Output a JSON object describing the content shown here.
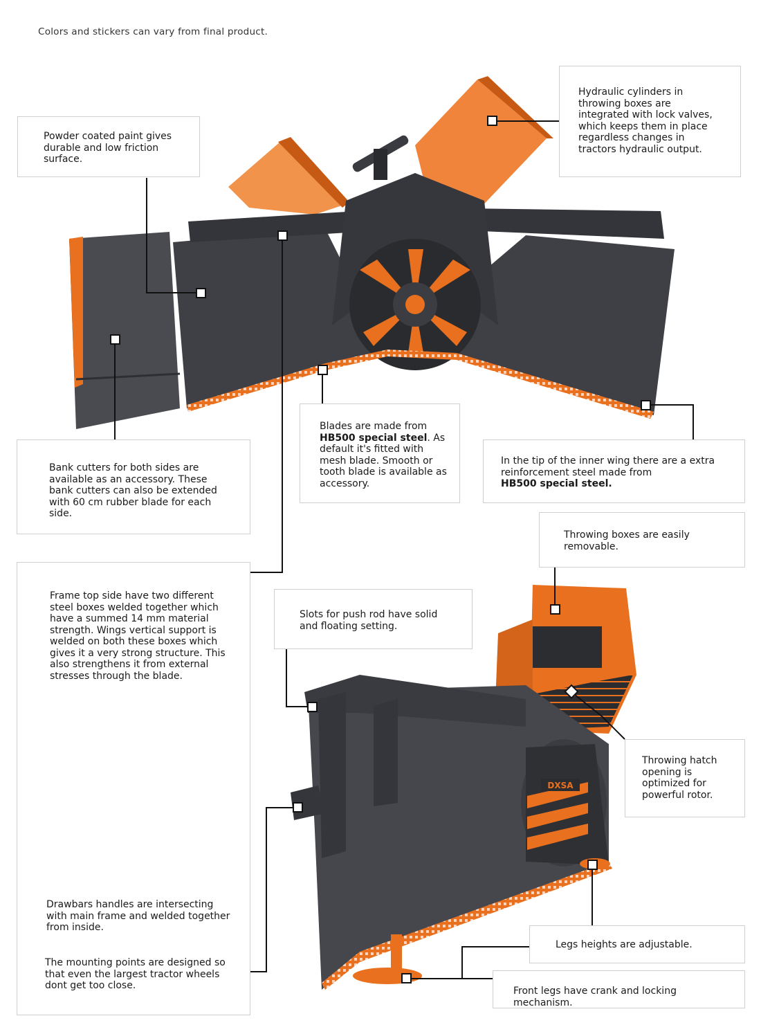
{
  "header": {
    "note": "Colors and stickers can vary from final product."
  },
  "callouts": {
    "hydraulic": "Hydraulic cylinders in throwing boxes are integrated with lock valves, which keeps them in place regardless changes in tractors hydraulic output.",
    "powder": "Powder coated paint gives durable and low friction surface.",
    "bank": "Bank cutters for both sides are available as an accessory. These bank cutters can also be extended with 60 cm rubber blade for each side.",
    "blades_pre": "Blades are made from",
    "blades_bold": "HB500 special steel",
    "blades_post": ". As default it's fitted with mesh blade. Smooth or tooth blade is available as accessory.",
    "tip_pre": "In the tip of the inner wing there are a extra reinforcement steel made from",
    "tip_bold": "HB500 special steel.",
    "throwing_boxes": "Throwing boxes are easily removable.",
    "frame": "Frame top side have two different steel boxes welded together which have a summed 14 mm material strength. Wings vertical support is welded on both these boxes which gives it a very strong structure. This also strengthens it from external stresses through the blade.",
    "slots": "Slots for push rod have solid and floating setting.",
    "hatch": "Throwing hatch opening is optimized for powerful rotor.",
    "drawbars": "Drawbars handles are intersecting with main frame and welded together from inside.",
    "mounting": "The mounting points are designed so that even the largest tractor wheels dont get too close.",
    "legs": "Legs heights are adjustable.",
    "front_legs": "Front legs have crank and locking mechanism."
  },
  "logo": {
    "text": "DXSA"
  },
  "colors": {
    "machine_body": "#44454a",
    "machine_dark": "#2f3034",
    "accent_orange": "#e8701e",
    "light_orange": "#f3a060",
    "frame_yellow": "#eeaa3a"
  }
}
